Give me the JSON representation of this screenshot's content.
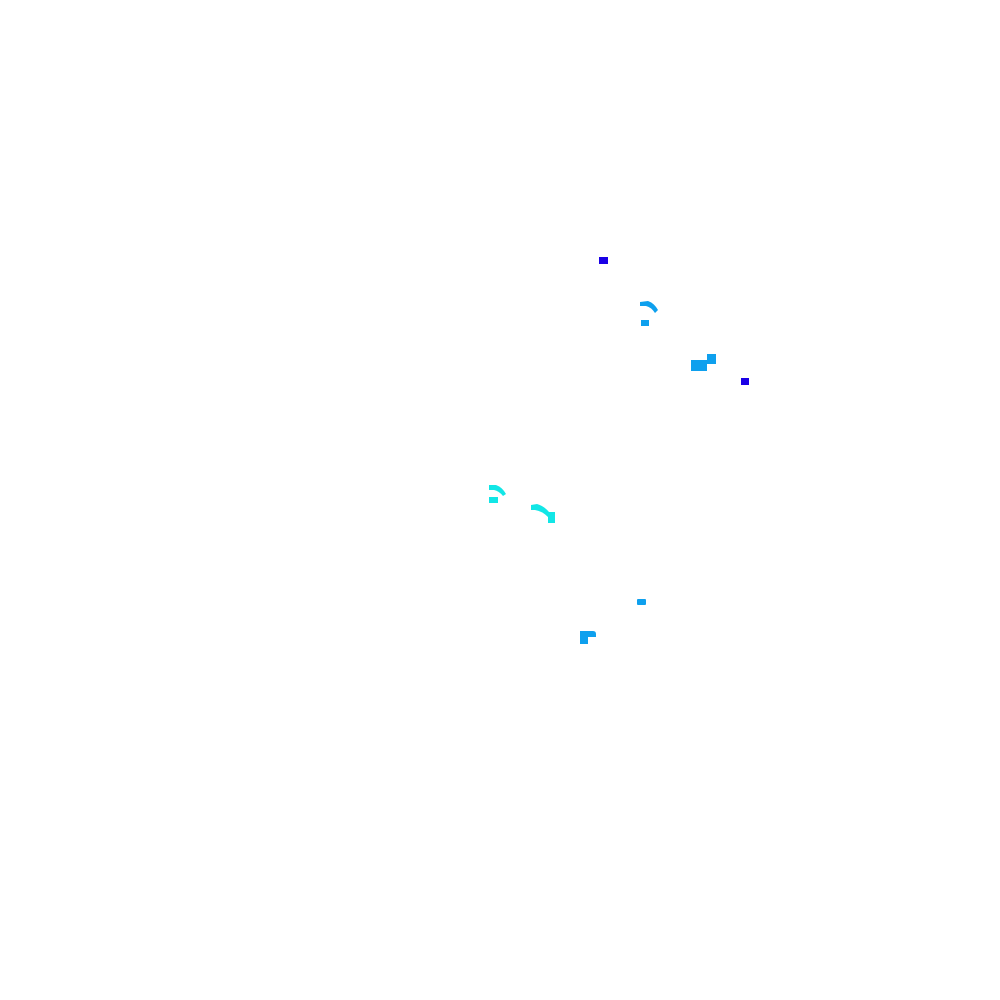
{
  "colors": {
    "background": "#ffffff",
    "dark_blue": "#1a00e6",
    "sky_blue": "#0ea0ee",
    "cyan": "#12e6e6"
  },
  "shapes": [
    {
      "id": "square-1",
      "kind": "rect",
      "color": "dark_blue"
    },
    {
      "id": "hook-1",
      "kind": "hook",
      "color": "sky_blue"
    },
    {
      "id": "step-block-1",
      "kind": "step",
      "color": "sky_blue"
    },
    {
      "id": "square-2",
      "kind": "rect",
      "color": "dark_blue"
    },
    {
      "id": "hook-2",
      "kind": "hook",
      "color": "cyan"
    },
    {
      "id": "curve-block-1",
      "kind": "curve",
      "color": "cyan"
    },
    {
      "id": "dash-1",
      "kind": "rect",
      "color": "sky_blue"
    },
    {
      "id": "corner-1",
      "kind": "corner",
      "color": "sky_blue"
    }
  ]
}
